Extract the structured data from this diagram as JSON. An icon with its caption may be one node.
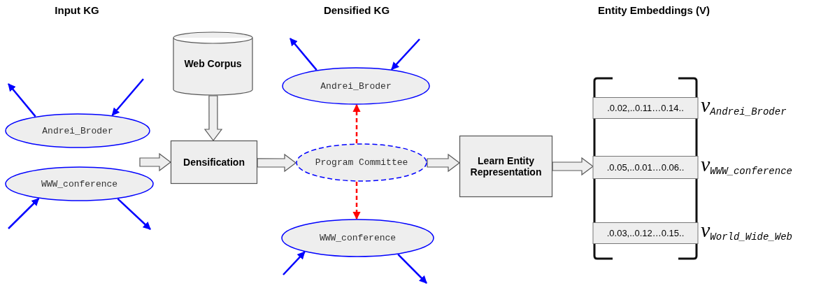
{
  "diagram": {
    "nodes": [
      {
        "text": [
          "Andrei_Broder"
        ]
      },
      {
        "text": [
          "WWW_conference"
        ]
      },
      {
        "text": [
          "Web Corpus"
        ]
      },
      {
        "text": [
          "Densification"
        ]
      },
      {
        "text": [
          "Andrei_Broder"
        ]
      },
      {
        "text": [
          "Program Committee"
        ]
      },
      {
        "text": [
          "WWW_conference"
        ]
      },
      {
        "text": [
          "Learn Entity Representation"
        ]
      },
      {
        "text": [],
        "shape": "box"
      },
      {
        "text": [
          ".0.02,..0.11…0.14.."
        ],
        "in": 8,
        "beside": [
          "v$_{Andrei_Broder}$"
        ]
      },
      {
        "text": [
          ".0.05,..0.01…0.06.."
        ],
        "in": 8,
        "beside": [
          "v$_{WWW_conference}$"
        ]
      },
      {
        "text": [
          ".0.03,..0.12…0.15.."
        ],
        "in": 8,
        "beside": [
          "v$_{World_Wide_Web}$"
        ]
      }
    ],
    "edges": [
      {
        "from": null,
        "to": 0,
        "arrow": "to"
      },
      {
        "from": 0,
        "to": null,
        "arrow": "to"
      },
      {
        "from": null,
        "to": 1,
        "arrow": "to"
      },
      {
        "from": 1,
        "to": null,
        "arrow": "to"
      },
      {
        "from": null,
        "to": 3,
        "arrow": "to",
        "style": "thick",
        "color": "#595959"
      },
      {
        "from": 2,
        "to": 3,
        "arrow": "to",
        "style": "thick",
        "color": "#595959"
      },
      {
        "from": 3,
        "to": 5,
        "arrow": "to",
        "style": "thick",
        "color": "#595959"
      },
      {
        "from": 5,
        "to": 4,
        "arrow": "to",
        "style": "dashed",
        "color": "#ff0000"
      },
      {
        "from": 5,
        "to": 6,
        "arrow": "to",
        "style": "dashed",
        "color": "#ff0000"
      },
      {
        "from": 4,
        "to": null,
        "arrow": "to"
      },
      {
        "from": null,
        "to": 4,
        "arrow": "to"
      },
      {
        "from": null,
        "to": 6,
        "arrow": "to"
      },
      {
        "from": 6,
        "to": null,
        "arrow": "to"
      },
      {
        "from": 5,
        "to": 7,
        "arrow": "to",
        "style": "thick",
        "color": "#595959"
      },
      {
        "from": 7,
        "to": 8,
        "arrow": "to",
        "style": "thick",
        "color": "#595959"
      }
    ],
    "labels": [
      "Input KG",
      "Densified KG",
      "Entity Embeddings (V)"
    ]
  }
}
